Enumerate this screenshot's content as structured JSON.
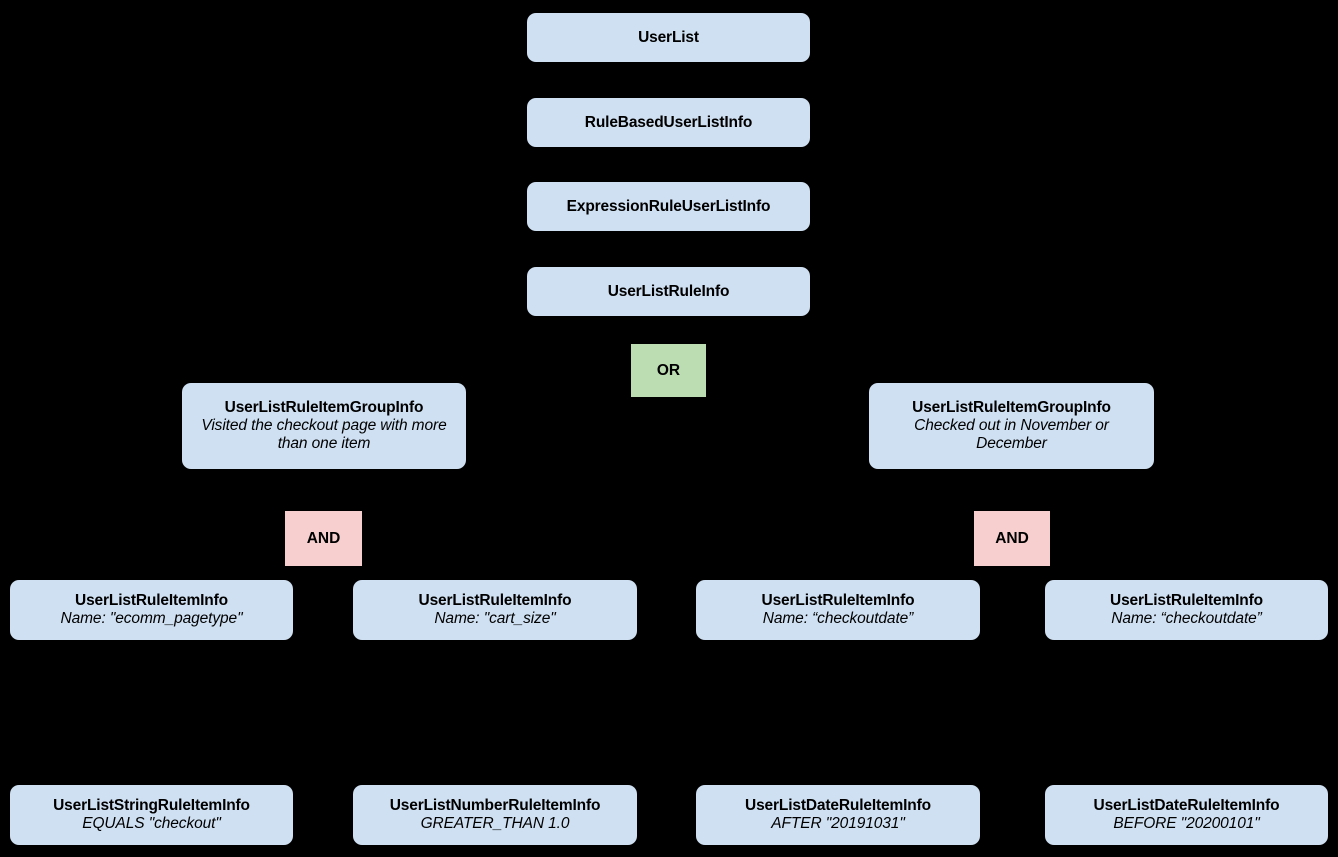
{
  "diagram": {
    "type": "hierarchy-tree",
    "background_color": "#000000",
    "entity_fill_color": "#cfe0f2",
    "or_fill_color": "#bcdcb2",
    "and_fill_color": "#f7cfcf",
    "text_color": "#000000",
    "edge_color": "#000000"
  },
  "nodes": {
    "user_list": {
      "title": "UserList"
    },
    "rule_based_user_list_info": {
      "title": "RuleBasedUserListInfo"
    },
    "expression_rule_user_list_info": {
      "title": "ExpressionRuleUserListInfo"
    },
    "user_list_rule_info": {
      "title": "UserListRuleInfo"
    },
    "or_operator": {
      "label": "OR"
    },
    "group_left": {
      "title": "UserListRuleItemGroupInfo",
      "subtitle": "Visited the checkout page with more than one item"
    },
    "group_right": {
      "title": "UserListRuleItemGroupInfo",
      "subtitle": "Checked out in November or December"
    },
    "and_operator_left": {
      "label": "AND"
    },
    "and_operator_right": {
      "label": "AND"
    },
    "rule_item_1": {
      "title": "UserListRuleItemInfo",
      "subtitle": "Name: \"ecomm_pagetype\""
    },
    "rule_item_2": {
      "title": "UserListRuleItemInfo",
      "subtitle": "Name: \"cart_size\""
    },
    "rule_item_3": {
      "title": "UserListRuleItemInfo",
      "subtitle": "Name: “checkoutdate”"
    },
    "rule_item_4": {
      "title": "UserListRuleItemInfo",
      "subtitle": "Name: “checkoutdate”"
    },
    "leaf_1": {
      "title": "UserListStringRuleItemInfo",
      "subtitle": "EQUALS \"checkout\""
    },
    "leaf_2": {
      "title": "UserListNumberRuleItemInfo",
      "subtitle": "GREATER_THAN 1.0"
    },
    "leaf_3": {
      "title": "UserListDateRuleItemInfo",
      "subtitle": "AFTER \"20191031\""
    },
    "leaf_4": {
      "title": "UserListDateRuleItemInfo",
      "subtitle": "BEFORE \"20200101\""
    }
  }
}
